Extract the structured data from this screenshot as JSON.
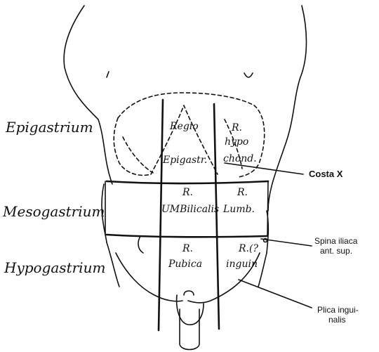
{
  "zones": {
    "epigastrium": "Epigastrium",
    "mesogastrium": "Mesogastrium",
    "hypogastrium": "Hypogastrium"
  },
  "regions": {
    "regio_epigastrica": [
      "Regio",
      "Epigastr."
    ],
    "hypochondriaca": [
      "R.",
      "hypo",
      "chond."
    ],
    "umbilicalis": [
      "R.",
      "UMBilicalis"
    ],
    "lumbalis": [
      "R.",
      "Lumb."
    ],
    "pubica": [
      "R.",
      "Pubica"
    ],
    "inguinalis": [
      "R.(?",
      "inguin"
    ]
  },
  "anatomy_labels": {
    "costa_x": "Costa X",
    "spina_iliaca": [
      "Spina iliaca",
      "ant. sup."
    ],
    "plica_inguinalis": [
      "Plica ingui-",
      "nalis"
    ]
  }
}
